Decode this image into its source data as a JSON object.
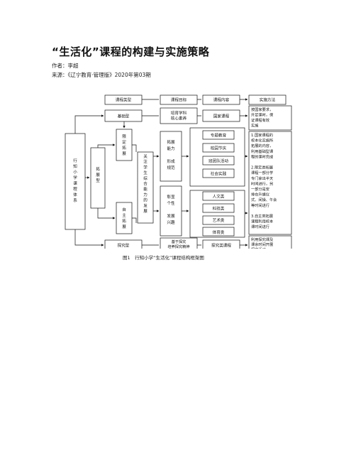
{
  "article": {
    "title": "“生活化”课程的构建与实施策略",
    "author_label": "作者：",
    "author": "李超",
    "source_label": "来源：",
    "source": "《辽宁教育·管理版》2020年第03期"
  },
  "figure": {
    "caption": "图1　行知小学“生活化”课程结构框架图",
    "headers": [
      "课程类型",
      "课程目标",
      "课程内容",
      "实施方法"
    ],
    "root": "行知小学课程体系",
    "types": {
      "basic": "基础型",
      "expand": "拓展型",
      "limited": "限定拓展",
      "free": "自主拓展",
      "explore": "探究型"
    },
    "goals": {
      "core": [
        "培育学科",
        "核心素养"
      ],
      "comprehensive": "关注学生综合能力的发展",
      "ability": [
        "拓展",
        "能力",
        "",
        "形成",
        "规范"
      ],
      "personality": [
        "彰显",
        "个性",
        "",
        "发展",
        "兴趣"
      ],
      "inquiry": [
        "基于探究",
        "培养探究精神"
      ]
    },
    "contents": {
      "national": "国家课程",
      "limited_items": [
        "专题教育",
        "校园节庆",
        "班团队活动",
        "社会实践"
      ],
      "free_items": [
        "人文类",
        "科技类",
        "艺术类",
        "体育类"
      ],
      "explore": "探究类课程"
    },
    "methods": {
      "m1": [
        "按国家要求，",
        "开足课时，保",
        "证课程有效",
        "实施"
      ],
      "m2": [
        "1.国家课程的",
        "校本化实施所",
        "拓展的内容，",
        "利用基础型课",
        "程的课时完成",
        "",
        "2.限定类拓展",
        "课程一部分学",
        "专门拿出半天",
        "时间进行，另",
        "一部分是安",
        "排在升旗仪",
        "式、间操、午会",
        "等时间进行",
        "",
        "3.自主类拓展",
        "课程利用校本",
        "课时间进行"
      ],
      "m3": [
        "利用探究课及",
        "课余时间开展",
        "探究活动"
      ]
    }
  }
}
